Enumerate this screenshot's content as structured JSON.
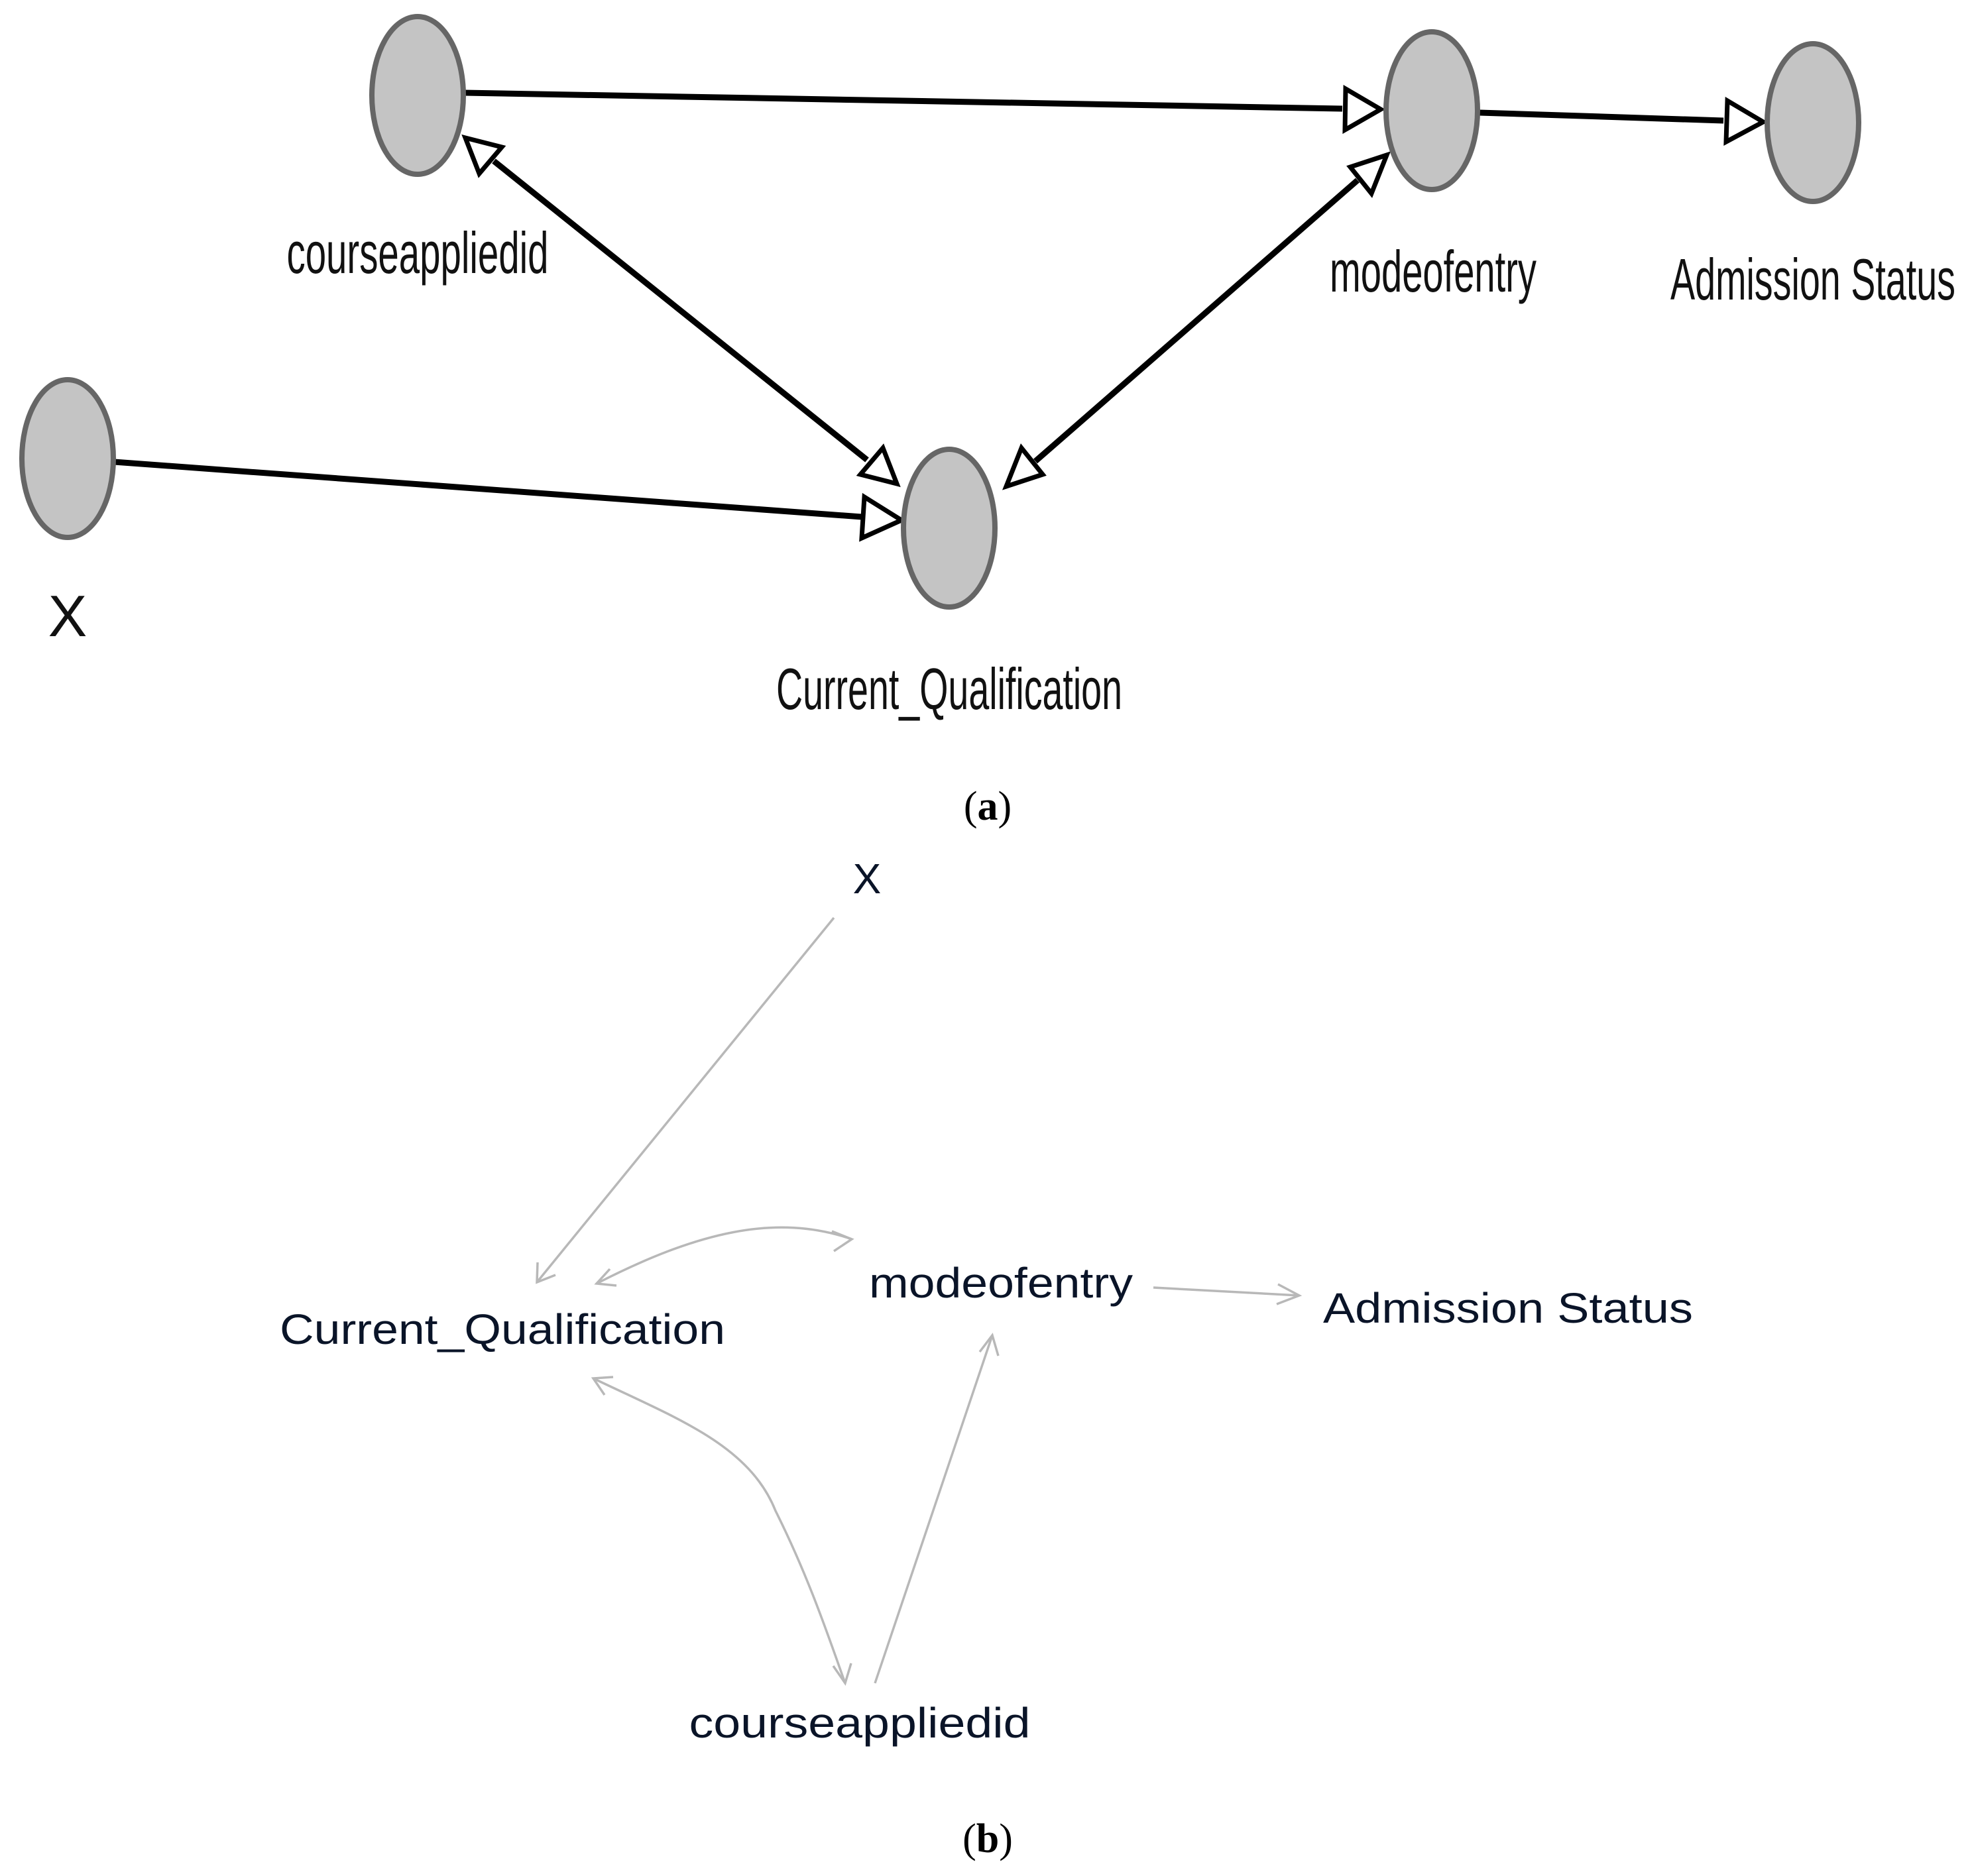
{
  "panel_a": {
    "caption_open": "(",
    "caption_letter": "a",
    "caption_close": ")",
    "nodes": {
      "courseappliedid": "courseappliedid",
      "modeofentry": "modeofentry",
      "admission_status": "Admission Status",
      "x": "X",
      "current_qualification": "Current_Qualification"
    },
    "edges": [
      {
        "from": "courseappliedid",
        "to": "modeofentry",
        "directed": true
      },
      {
        "from": "modeofentry",
        "to": "admission_status",
        "directed": true
      },
      {
        "from": "courseappliedid",
        "to": "current_qualification",
        "bidirected": true
      },
      {
        "from": "modeofentry",
        "to": "current_qualification",
        "bidirected": true
      },
      {
        "from": "x",
        "to": "current_qualification",
        "directed": true
      }
    ]
  },
  "panel_b": {
    "caption_open": "(",
    "caption_letter": "b",
    "caption_close": ")",
    "nodes": {
      "x": "X",
      "current_qualification": "Current_Qualification",
      "modeofentry": "modeofentry",
      "admission_status": "Admission Status",
      "courseappliedid": "courseappliedid"
    },
    "edges": [
      {
        "from": "x",
        "to": "current_qualification",
        "directed": true
      },
      {
        "from": "current_qualification",
        "to": "modeofentry",
        "bidirected": true
      },
      {
        "from": "modeofentry",
        "to": "admission_status",
        "directed": true
      },
      {
        "from": "current_qualification",
        "to": "courseappliedid",
        "bidirected": true
      },
      {
        "from": "courseappliedid",
        "to": "modeofentry",
        "directed": true
      }
    ]
  },
  "colors": {
    "node_fill": "#c4c4c4",
    "node_stroke": "#666666",
    "edge_a": "#000000",
    "edge_b": "#b8b8b8"
  }
}
